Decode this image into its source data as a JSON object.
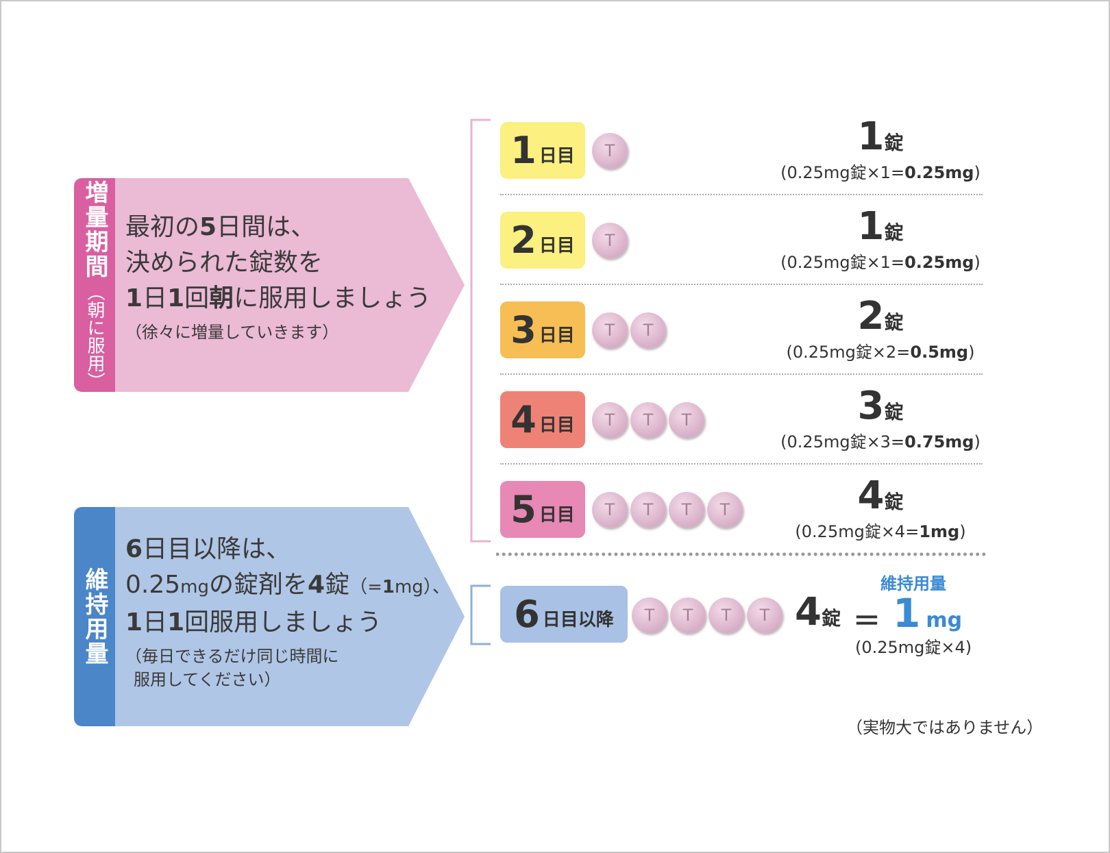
{
  "colors": {
    "pink_tag": "#d95fa0",
    "pink_panel": "#ebbad5",
    "blue_tag": "#4a86c8",
    "blue_panel": "#b0c6e6",
    "day1": "#fbf080",
    "day2": "#fbf080",
    "day3": "#f6be55",
    "day4": "#ef8277",
    "day5": "#e788b5",
    "day6": "#a8c1e4",
    "accent_blue": "#3a8ad4"
  },
  "titration": {
    "tag": "増量期間",
    "tag_sub": "（朝に服用）",
    "line1": {
      "pre": "最初の",
      "bold": "5",
      "post": "日間は、"
    },
    "line2": "決められた錠数を",
    "line3": {
      "b1": "1",
      "t1": "日",
      "b2": "1",
      "t2": "回",
      "b3": "朝",
      "t3": "に服用しましょう"
    },
    "note": "（徐々に増量していきます）"
  },
  "maintenance": {
    "tag": "維持用量",
    "line1": {
      "bold": "6",
      "post": "日目以降は、"
    },
    "line2": {
      "t1": "0.25",
      "u1": "mg",
      "t2": "の錠剤を",
      "b1": "4",
      "t3": "錠",
      "t4": "（=",
      "b2": "1",
      "u2": "mg",
      "t5": "）、"
    },
    "line3": {
      "b1": "1",
      "t1": "日",
      "b2": "1",
      "t2": "回服用しましょう"
    },
    "note1": "（毎日できるだけ同じ時間に",
    "note2": "服用してください）"
  },
  "pill_mark": "T",
  "days": [
    {
      "num": "1",
      "unit": "日目",
      "tablets": 1,
      "count": "1",
      "count_unit": "錠",
      "calc": "(0.25mg錠×1=",
      "calc_bold": "0.25mg",
      "calc_end": ")"
    },
    {
      "num": "2",
      "unit": "日目",
      "tablets": 1,
      "count": "1",
      "count_unit": "錠",
      "calc": "(0.25mg錠×1=",
      "calc_bold": "0.25mg",
      "calc_end": ")"
    },
    {
      "num": "3",
      "unit": "日目",
      "tablets": 2,
      "count": "2",
      "count_unit": "錠",
      "calc": "(0.25mg錠×2=",
      "calc_bold": "0.5mg",
      "calc_end": ")"
    },
    {
      "num": "4",
      "unit": "日目",
      "tablets": 3,
      "count": "3",
      "count_unit": "錠",
      "calc": "(0.25mg錠×3=",
      "calc_bold": "0.75mg",
      "calc_end": ")"
    },
    {
      "num": "5",
      "unit": "日目",
      "tablets": 4,
      "count": "4",
      "count_unit": "錠",
      "calc": "(0.25mg錠×4=",
      "calc_bold": "1mg",
      "calc_end": ")"
    }
  ],
  "day6": {
    "num": "6",
    "unit": "日目以降",
    "tablets": 4,
    "count": "4",
    "count_unit": "錠",
    "equals": "＝",
    "label": "維持用量",
    "dose_num": "1",
    "dose_unit": "mg",
    "calc": "(0.25mg錠×4)"
  },
  "footnote": "（実物大ではありません）"
}
